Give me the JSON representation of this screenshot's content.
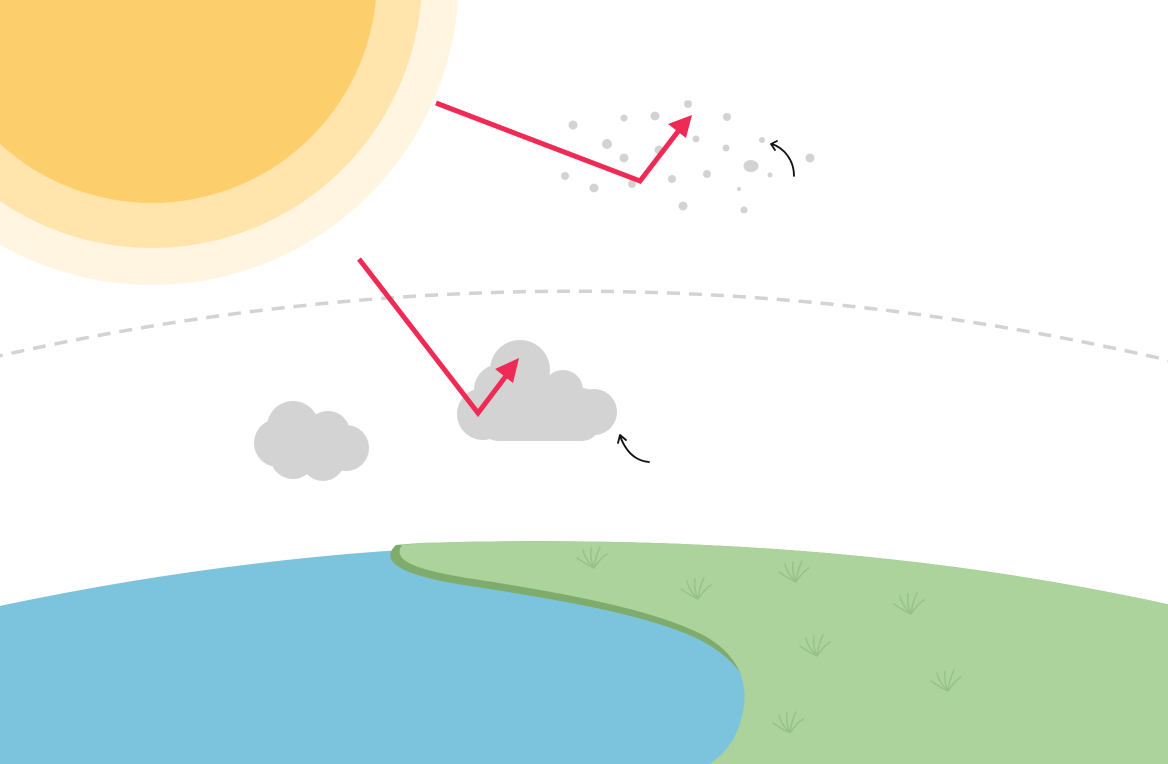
{
  "diagram": {
    "labels": [],
    "colors": {
      "background": "#ffffff",
      "sun_core": "#fdcf6c",
      "sun_glow_inner": "#ffe4ab",
      "sun_glow_outer": "#fff5e1",
      "ray": "#ef2a55",
      "cloud": "#d3d3d3",
      "aerosol": "#d3d3d3",
      "atmosphere_boundary": "#d3d3d3",
      "ocean": "#7cc4de",
      "land": "#abd39b",
      "shoreline": "#7fac6d",
      "grass": "#96c188",
      "curl_arrow": "#111111"
    },
    "elements": {
      "sun": "sun",
      "aerosol_particles": "aerosol-dots",
      "atmosphere": "dashed-boundary",
      "clouds": [
        "small-cloud",
        "reflecting-cloud"
      ],
      "rays": [
        "ray-reflected-by-aerosols",
        "ray-reflected-by-cloud"
      ],
      "surface": [
        "ocean",
        "land",
        "grass-tufts"
      ],
      "icons": [
        "curl-arrow",
        "curl-arrow"
      ]
    }
  }
}
